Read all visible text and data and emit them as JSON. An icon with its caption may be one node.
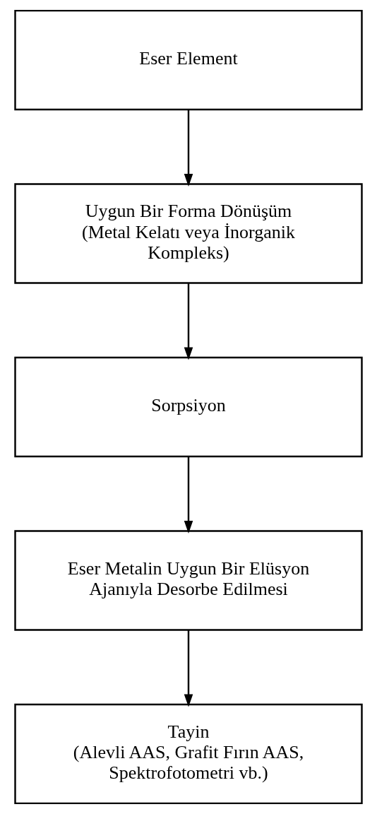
{
  "diagram": {
    "nodes": [
      {
        "text": [
          "Eser Element"
        ]
      },
      {
        "text": [
          "Uygun Bir Forma Dönüşüm",
          "(Metal Kelatı veya İnorganik Kompleks)"
        ]
      },
      {
        "text": [
          "Sorpsiyon"
        ]
      },
      {
        "text": [
          "Eser Metalin Uygun Bir Elüsyon Ajanıyla Desorbe Edilmesi"
        ]
      },
      {
        "text": [
          "Tayin",
          "(Alevli AAS, Grafit Fırın AAS, Spektrofotometri vb.)"
        ]
      }
    ],
    "edges": [
      {
        "from": 0,
        "to": 1,
        "arrow": "to"
      },
      {
        "from": 1,
        "to": 2,
        "arrow": "to"
      },
      {
        "from": 2,
        "to": 3,
        "arrow": "to"
      },
      {
        "from": 3,
        "to": 4,
        "arrow": "to"
      }
    ]
  }
}
